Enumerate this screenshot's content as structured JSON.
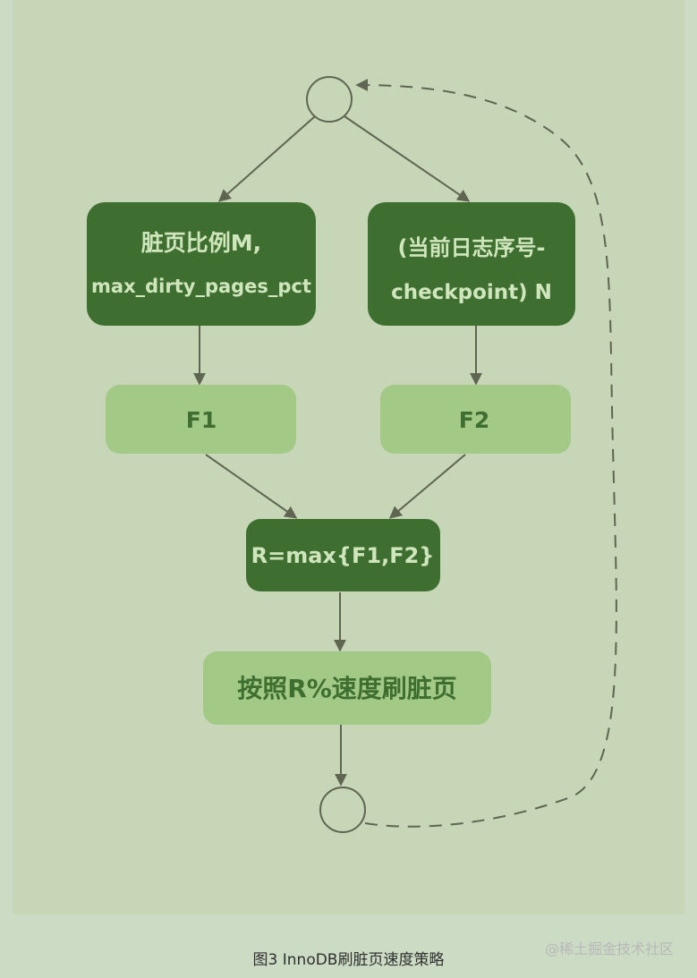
{
  "diagram": {
    "nodes": {
      "dirty_ratio_line1": "脏页比例M,",
      "dirty_ratio_line2": "max_dirty_pages_pct",
      "lsn_line1": "(当前日志序号-",
      "lsn_line2": "checkpoint) N",
      "f1": "F1",
      "f2": "F2",
      "max": "R=max{F1,F2}",
      "flush": "按照R%速度刷脏页"
    }
  },
  "caption": "图3 InnoDB刷脏页速度策略",
  "watermark": "@稀土掘金技术社区",
  "colors": {
    "background": "#c6d6b6",
    "dark_green": "#3f6f30",
    "light_green": "#a3c987",
    "line": "#5f6550"
  }
}
